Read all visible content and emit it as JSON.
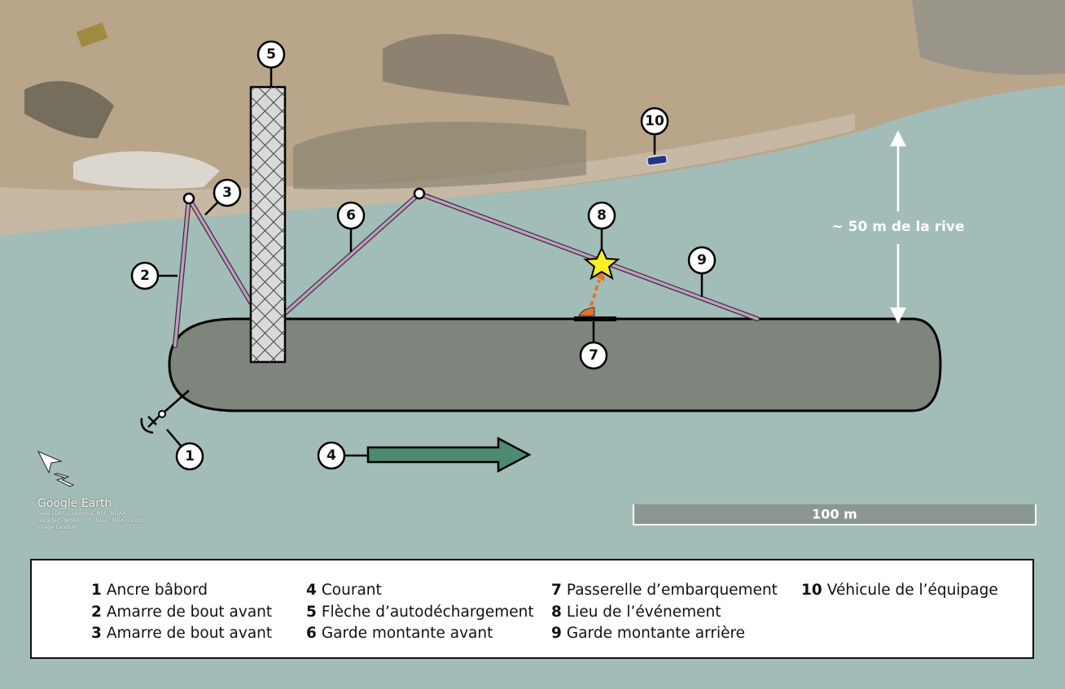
{
  "callouts": [
    "1",
    "2",
    "3",
    "4",
    "5",
    "6",
    "7",
    "8",
    "9",
    "10"
  ],
  "distance_label": "~ 50 m de la rive",
  "scale_label": "100 m",
  "google_earth": {
    "brand": "Google Earth",
    "credits": [
      "Data LDEO-Columbia, NSF, NOAA",
      "Data SIO, NOAA, U.S. Navy, NGA, GEBCO",
      "Image Landsat"
    ]
  },
  "legend": [
    {
      "num": "1",
      "label": "Ancre bâbord"
    },
    {
      "num": "2",
      "label": "Amarre de bout avant"
    },
    {
      "num": "3",
      "label": "Amarre de bout avant"
    },
    {
      "num": "4",
      "label": "Courant"
    },
    {
      "num": "5",
      "label": "Flèche d’autodéchargement"
    },
    {
      "num": "6",
      "label": "Garde montante avant"
    },
    {
      "num": "7",
      "label": "Passerelle d’embarquement"
    },
    {
      "num": "8",
      "label": "Lieu de l’événement"
    },
    {
      "num": "9",
      "label": "Garde montante arrière"
    },
    {
      "num": "10",
      "label": "Véhicule de l’équipage"
    }
  ],
  "colors": {
    "water": "#a2bdb7",
    "land": "#b9a58a",
    "ship": "#7e857d",
    "mooring_line": "#c59ac6",
    "current_arrow": "#4e8a72",
    "star": "#ffee22"
  }
}
